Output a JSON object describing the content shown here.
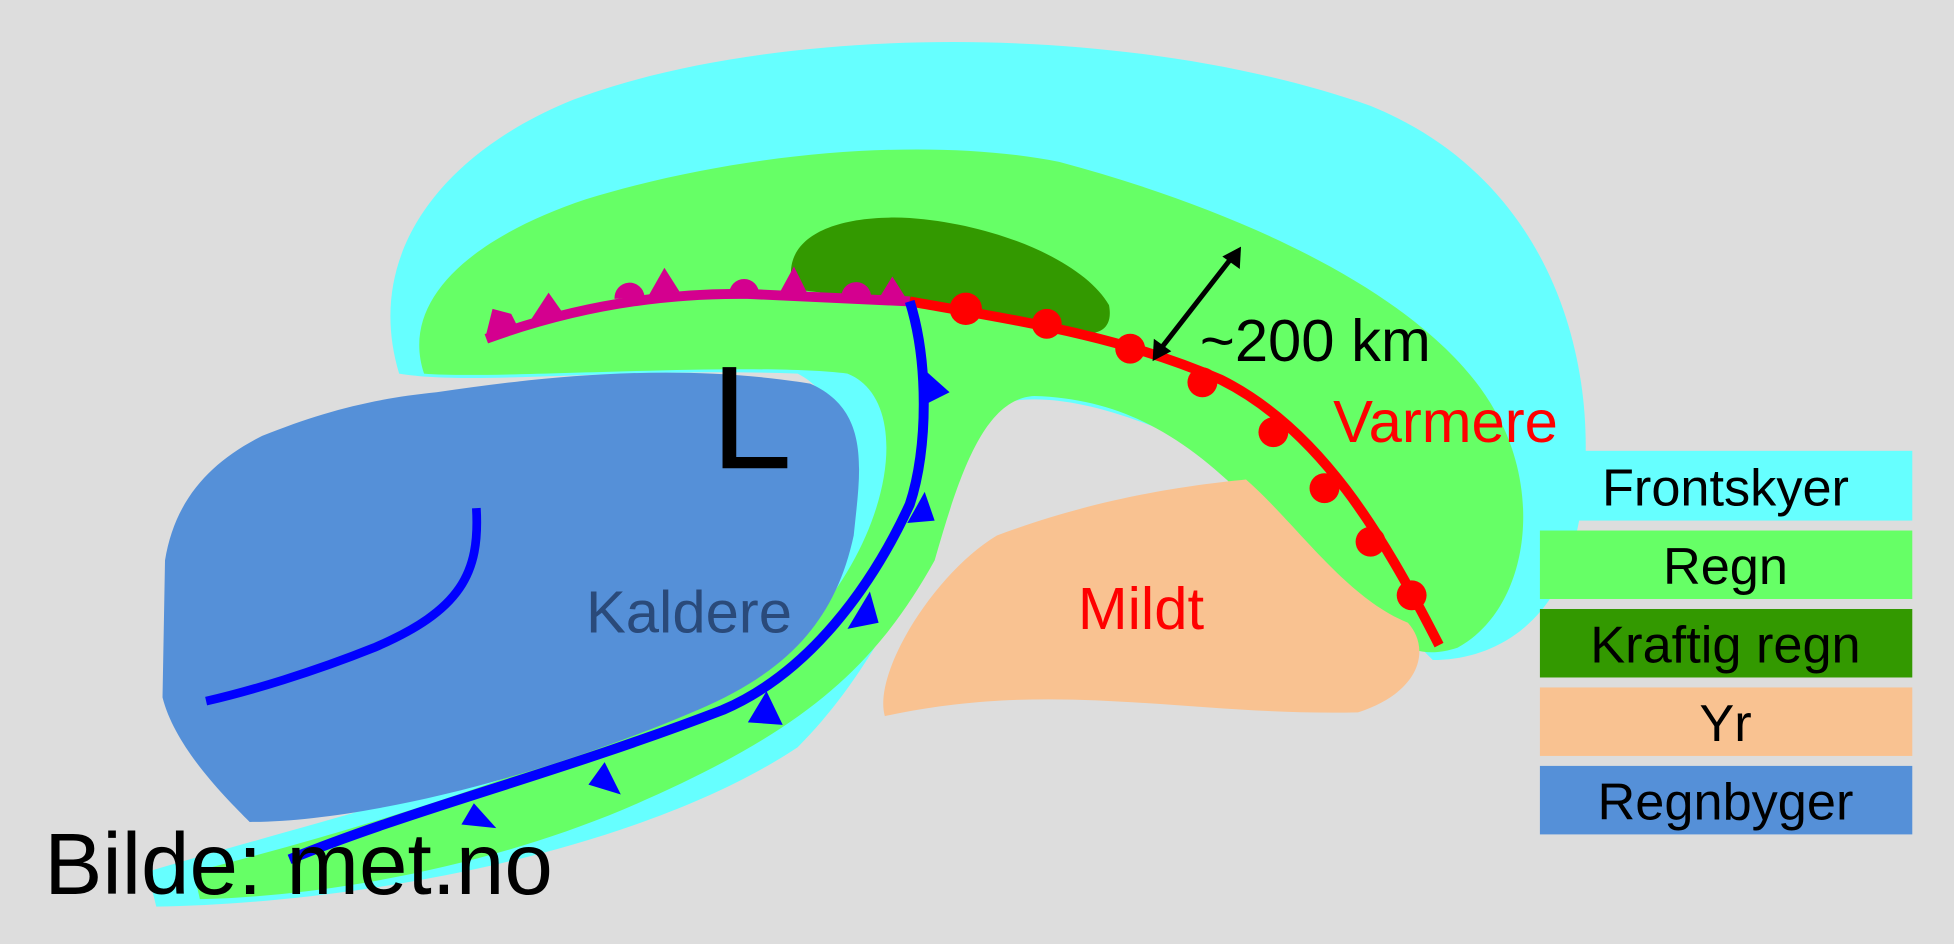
{
  "diagram": {
    "center_label": "L",
    "distance_label": "~200 km",
    "warmer_label": "Varmere",
    "colder_label": "Kaldere",
    "mild_label": "Mildt",
    "credit": "Bilde: met.no"
  },
  "legend": [
    {
      "label": "Frontskyer",
      "color": "#66ffff"
    },
    {
      "label": "Regn",
      "color": "#66ff66"
    },
    {
      "label": "Kraftig regn",
      "color": "#339900"
    },
    {
      "label": "Yr",
      "color": "#f9c291"
    },
    {
      "label": "Regnbyger",
      "color": "#5590d8"
    }
  ],
  "colors": {
    "background": "#dddddd",
    "warm_front": "#ff0000",
    "cold_front": "#0000ff",
    "occluded_front": "#d4008f",
    "colder_text": "#2a4a7a"
  }
}
